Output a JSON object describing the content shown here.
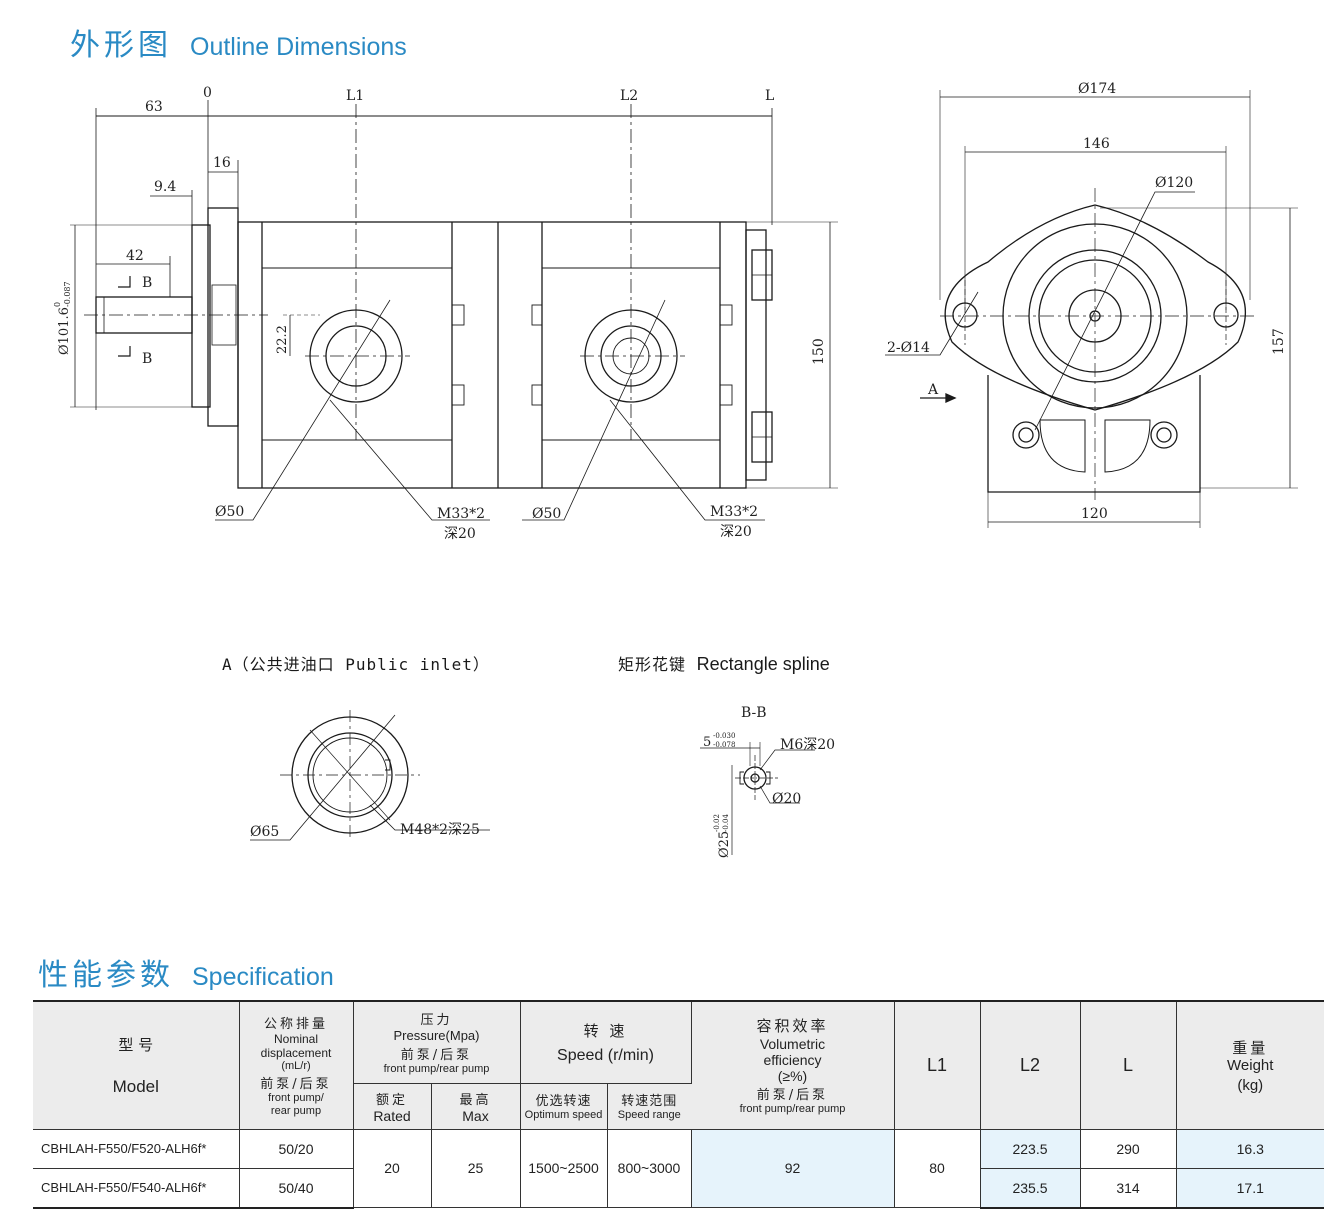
{
  "headings": {
    "outline_cn": "外形图",
    "outline_en": "Outline Dimensions",
    "spec_cn": "性能参数",
    "spec_en": "Specification"
  },
  "side_view": {
    "dim_63": "63",
    "dim_0": "0",
    "dim_L1": "L1",
    "dim_L2": "L2",
    "dim_L": "L",
    "dim_16": "16",
    "dim_9_4": "9.4",
    "dim_42": "42",
    "section_b": "B",
    "dia_101": "Ø101.6",
    "dia_101_tol_up": "0",
    "dia_101_tol_low": "-0.087",
    "dim_22_2": "22.2",
    "dim_150": "150",
    "port1_dia": "Ø50",
    "port1_thread": "M33*2",
    "port1_depth": "深20",
    "port2_dia": "Ø50",
    "port2_thread": "M33*2",
    "port2_depth": "深20"
  },
  "front_view": {
    "dia_174": "Ø174",
    "dim_146": "146",
    "dia_120": "Ø120",
    "holes": "2-Ø14",
    "view_a": "A",
    "dim_157": "157",
    "dim_120": "120"
  },
  "inlet_detail": {
    "caption_cn": "A（公共进油口",
    "caption_en": "Public inlet）",
    "dia_65": "Ø65",
    "thread": "M48*2深25"
  },
  "spline_detail": {
    "caption_cn": "矩形花键",
    "caption_en": "Rectangle spline",
    "section": "B-B",
    "width": "5",
    "width_tol_up": "-0.030",
    "width_tol_low": "-0.078",
    "thread": "M6深20",
    "dia_20": "Ø20",
    "dia_25": "Ø25",
    "dia_25_tol_up": "-0.02",
    "dia_25_tol_low": "-0.04"
  },
  "spec_table": {
    "model_cn": "型    号",
    "model_en": "Model",
    "disp_cn": "公称排量",
    "disp_en1": "Nominal",
    "disp_en2": "displacement",
    "disp_unit": "(mL/r)",
    "disp_fr_cn": "前泵/后泵",
    "disp_fr_en1": "front pump/",
    "disp_fr_en2": "rear pump",
    "pressure_cn": "压力",
    "pressure_en": "Pressure(Mpa)",
    "pressure_fr_cn": "前泵/后泵",
    "pressure_fr_en": "front pump/rear pump",
    "rated_cn": "额定",
    "rated_en": "Rated",
    "max_cn": "最高",
    "max_en": "Max",
    "speed_cn": "转    速",
    "speed_en": "Speed (r/min)",
    "opt_cn": "优选转速",
    "opt_en": "Optimum speed",
    "range_cn": "转速范围",
    "range_en": "Speed range",
    "eff_cn": "容积效率",
    "eff_en1": "Volumetric",
    "eff_en2": "efficiency",
    "eff_unit": "(≥%)",
    "eff_fr_cn": "前泵/后泵",
    "eff_fr_en": "front pump/rear pump",
    "l1": "L1",
    "l2": "L2",
    "l": "L",
    "weight_cn": "重量",
    "weight_en": "Weight",
    "weight_unit": "(kg)",
    "rows": [
      {
        "model": "CBHLAH-F550/F520-ALH6f*",
        "disp": "50/20",
        "l2": "223.5",
        "l": "290",
        "weight": "16.3"
      },
      {
        "model": "CBHLAH-F550/F540-ALH6f*",
        "disp": "50/40",
        "l2": "235.5",
        "l": "314",
        "weight": "17.1"
      }
    ],
    "shared": {
      "rated": "20",
      "max": "25",
      "opt": "1500~2500",
      "range": "800~3000",
      "eff": "92",
      "l1": "80"
    }
  }
}
